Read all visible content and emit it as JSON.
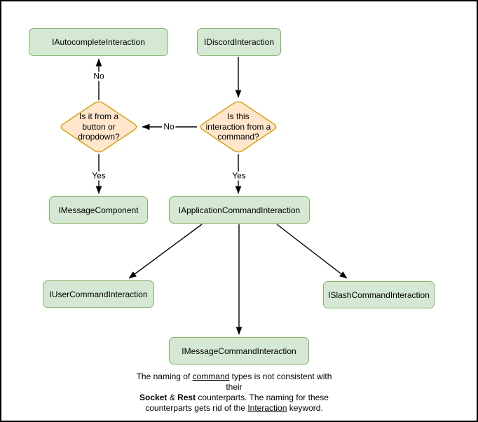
{
  "colors": {
    "background": "#ffffff",
    "canvas-border": "#000000",
    "line": "#000000",
    "text": "#000000",
    "node-fill": "#d5e8d4",
    "node-border": "#82b366",
    "decision-fill": "#ffe6cc",
    "decision-border": "#d79b00"
  },
  "diagram": {
    "nodes": {
      "autocomplete": {
        "label": "IAutocompleteInteraction"
      },
      "discord": {
        "label": "IDiscordInteraction"
      },
      "message_component": {
        "label": "IMessageComponent"
      },
      "application_command": {
        "label": "IApplicationCommandInteraction"
      },
      "user_command": {
        "label": "IUserCommandInteraction"
      },
      "slash_command": {
        "label": "ISlashCommandInteraction"
      },
      "message_command": {
        "label": "IMessageCommandInteraction"
      }
    },
    "decisions": {
      "button_dropdown": {
        "lines": [
          "Is it from a",
          "button or",
          "dropdown?"
        ]
      },
      "from_command": {
        "lines": [
          "Is this",
          "interaction from a",
          "command?"
        ]
      }
    },
    "edge_labels": {
      "to_autocomplete": "No",
      "between_decisions": "No",
      "to_message_component": "Yes",
      "to_application_command": "Yes"
    },
    "note": {
      "line1": {
        "pre": "The naming of ",
        "underlined": "command",
        "post": " types is not consistent with their"
      },
      "line2": {
        "bold1": "Socket",
        "mid": " & ",
        "bold2": "Rest",
        "post": " counterparts. The naming for these"
      },
      "line3": {
        "pre": "counterparts gets rid of the ",
        "underlined": "Interaction",
        "post": " keyword."
      }
    }
  }
}
